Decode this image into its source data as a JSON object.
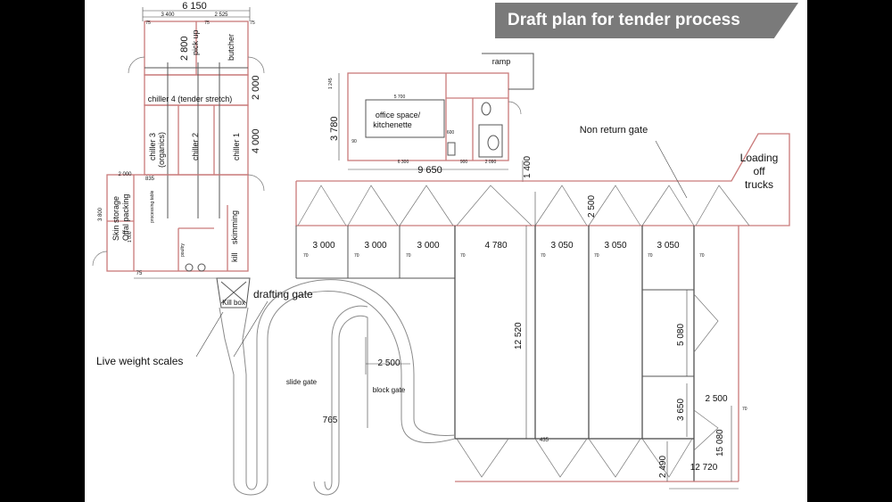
{
  "title": "Draft plan for tender process",
  "colors": {
    "wall": "#c97a7a",
    "banner": "#7a7a7a",
    "background": "#ffffff"
  },
  "left_block": {
    "overall_width": "6 150",
    "sub_dims": [
      "3 400",
      "2 525",
      "75",
      "75",
      "75"
    ],
    "rooms": {
      "pick_up": "pick up",
      "pick_up_dim": "2 800",
      "butcher": "butcher",
      "chiller4": "chiller 4 (tender stretch)",
      "chiller4_dim": "2 000",
      "chiller3": "chiller 3",
      "chiller3_sub": "(organics)",
      "chiller2": "chiller 2",
      "chiller1": "chiller 1",
      "chiller_dim": "4 000",
      "skin_storage": "Skin storage",
      "offal_packing": "Offal packing",
      "processing_table": "processing table",
      "poultry": "poultry",
      "kill": "kill",
      "skimming": "skimming",
      "dim_2000": "2 000",
      "dim_835": "835",
      "dim_3800": "3 800",
      "dim_1000": "1 000",
      "dim_75": "75"
    }
  },
  "office": {
    "ramp": "ramp",
    "label_line1": "office space/",
    "label_line2": "kitchenette",
    "width": "9 650",
    "height": "3 780",
    "d_5700": "5 700",
    "d_6300": "6 300",
    "d_900": "900",
    "d_2090": "2 090",
    "d_1245": "1 245",
    "d_600": "600",
    "d_90": "90",
    "d_1400": "1 400"
  },
  "yards": {
    "non_return_gate": "Non return gate",
    "loading_line1": "Loading",
    "loading_line2": "off",
    "loading_line3": "trucks",
    "pen_widths": [
      "3 000",
      "3 000",
      "3 000",
      "4 780",
      "3 050",
      "3 050",
      "3 050"
    ],
    "d_2500_top": "2 500",
    "d_12520": "12 520",
    "d_5080": "5 080",
    "d_3650": "3 650",
    "d_2500_right": "2 500",
    "d_15080": "15 080",
    "d_12720": "12 720",
    "d_2490": "2 490",
    "d_70": "70",
    "d_435": "435"
  },
  "race": {
    "kill_box": "Kill box",
    "drafting_gate": "drafting gate",
    "live_weight_scales": "Live weight scales",
    "slide_gate": "slide gate",
    "block_gate": "block gate",
    "d_2500": "2 500",
    "d_765": "765"
  }
}
